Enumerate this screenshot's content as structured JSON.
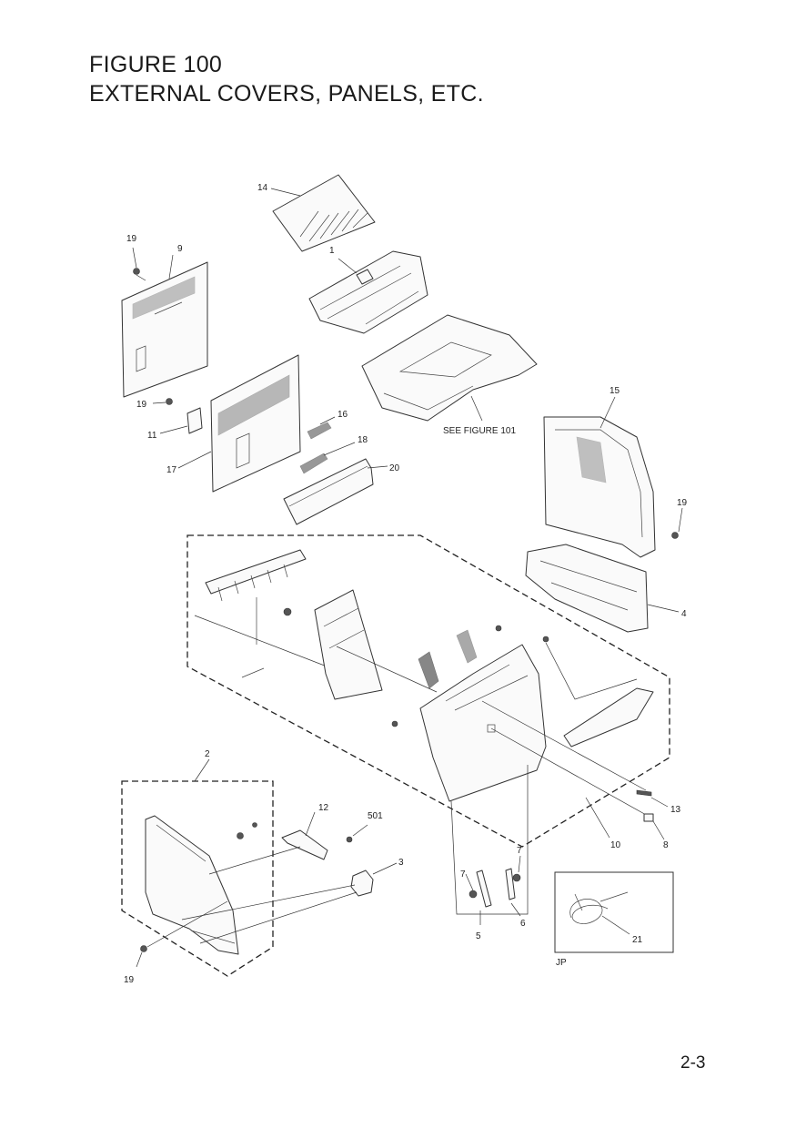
{
  "figure": {
    "title_line1": "FIGURE 100",
    "title_line2": "EXTERNAL COVERS, PANELS, ETC."
  },
  "page_number": "2-3",
  "callouts": {
    "c14": "14",
    "c1": "1",
    "c19a": "19",
    "c9": "9",
    "c19b": "19",
    "c16": "16",
    "c11": "11",
    "c18": "18",
    "c17": "17",
    "c20": "20",
    "c15": "15",
    "c19c": "19",
    "c4": "4",
    "c2": "2",
    "c12": "12",
    "c501": "501",
    "c3": "3",
    "c7a": "7",
    "c7b": "7",
    "c5": "5",
    "c6": "6",
    "c13": "13",
    "c10": "10",
    "c8": "8",
    "c21": "21",
    "c19d": "19"
  },
  "notes": {
    "see_figure": "SEE FIGURE 101",
    "inset_label": "JP"
  }
}
